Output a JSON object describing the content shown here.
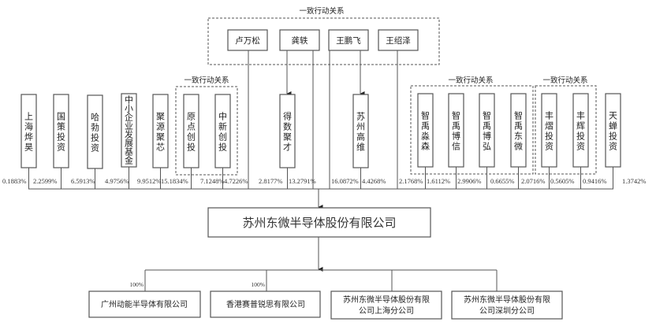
{
  "group_label": "一致行动关系",
  "controllers": [
    {
      "name": "卢万松"
    },
    {
      "name": "龚轶"
    },
    {
      "name": "王鹏飞"
    },
    {
      "name": "王绍泽"
    }
  ],
  "shareholders": [
    {
      "name": "上海烨昊",
      "pct": "0.1883%"
    },
    {
      "name": "国策投资",
      "pct": "2.2599%"
    },
    {
      "name": "哈勃投资",
      "pct": "6.5913%"
    },
    {
      "name": "中小企业发展基金",
      "pct": "4.9756%"
    },
    {
      "name": "聚源聚芯",
      "pct": "9.9512%"
    },
    {
      "name": "原点创投",
      "pct": "15.1834%"
    },
    {
      "name": "中新创投",
      "pct": "7.1248%"
    },
    {
      "name": "得数聚才",
      "pct": "4.7226%"
    },
    {
      "name": "苏州高维",
      "pct": "4.4268%"
    },
    {
      "name": "智禹淼森",
      "pct": "2.1768%"
    },
    {
      "name": "智禹博信",
      "pct": "1.6112%"
    },
    {
      "name": "智禹博弘",
      "pct": "2.9906%"
    },
    {
      "name": "智禹东微",
      "pct": "0.6655%"
    },
    {
      "name": "丰熠投资",
      "pct": "2.0716%"
    },
    {
      "name": "丰辉投资",
      "pct": "0.5605%"
    },
    {
      "name": "天蝉投资",
      "pct": "0.9416%"
    }
  ],
  "controller_pcts": {
    "lu_wansong": "2.8177%",
    "gong_yi": "13.2791%",
    "wang_pengfei": "16.0872%",
    "tianchan_extra": "1.3742%"
  },
  "company": {
    "name": "苏州东微半导体股份有限公司"
  },
  "subsidiaries": [
    {
      "name": "广州动能半导体有限公司",
      "pct": "100%"
    },
    {
      "name": "香港赛普锐思有限公司",
      "pct": "100%"
    },
    {
      "name_line1": "苏州东微半导体股份有限",
      "name_line2": "公司上海分公司",
      "pct": ""
    },
    {
      "name_line1": "苏州东微半导体股份有限",
      "name_line2": "公司深圳分公司",
      "pct": ""
    }
  ]
}
